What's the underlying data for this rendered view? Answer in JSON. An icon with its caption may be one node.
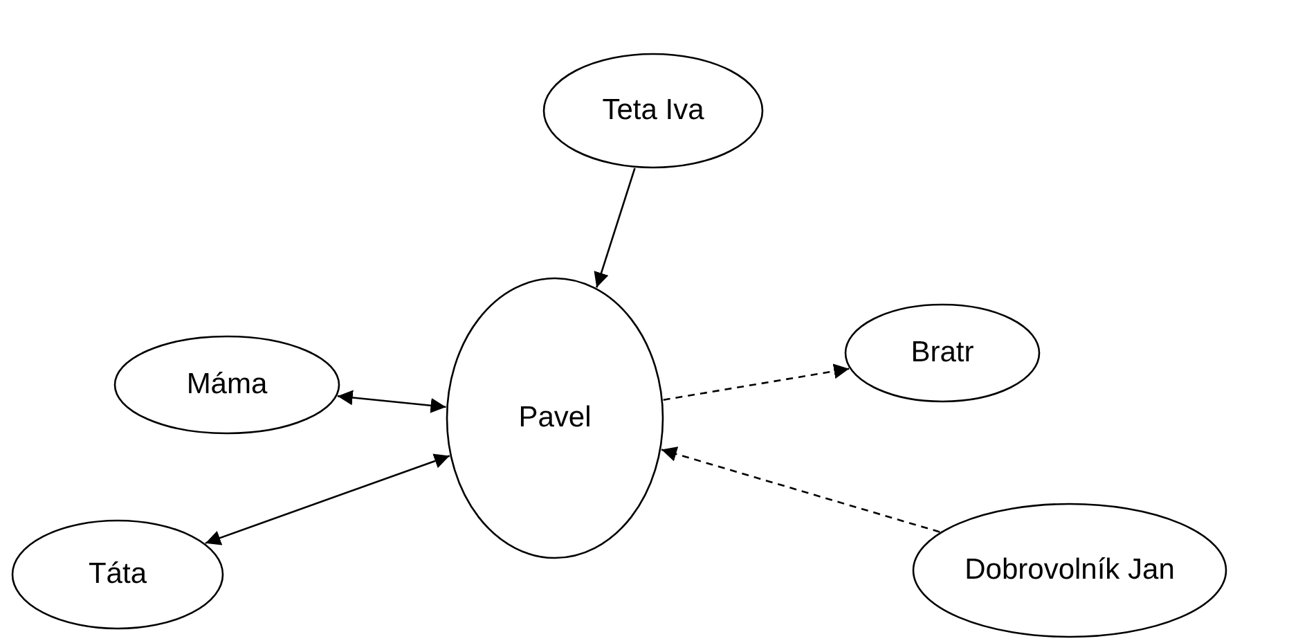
{
  "diagram": {
    "nodes": [
      {
        "text": [
          "Teta Iva"
        ]
      },
      {
        "text": [
          "Máma"
        ]
      },
      {
        "text": [
          "Pavel"
        ]
      },
      {
        "text": [
          "Bratr"
        ]
      },
      {
        "text": [
          "Táta"
        ]
      },
      {
        "text": [
          "Dobrovolník Jan"
        ]
      }
    ],
    "edges": [
      {
        "from": 0,
        "to": 2,
        "arrow": "to"
      },
      {
        "from": 1,
        "to": 2,
        "arrow": "both"
      },
      {
        "from": 4,
        "to": 2,
        "arrow": "both"
      },
      {
        "from": 2,
        "to": 3,
        "arrow": "to",
        "style": "dashed"
      },
      {
        "from": 5,
        "to": 2,
        "arrow": "to",
        "style": "dashed"
      }
    ]
  }
}
